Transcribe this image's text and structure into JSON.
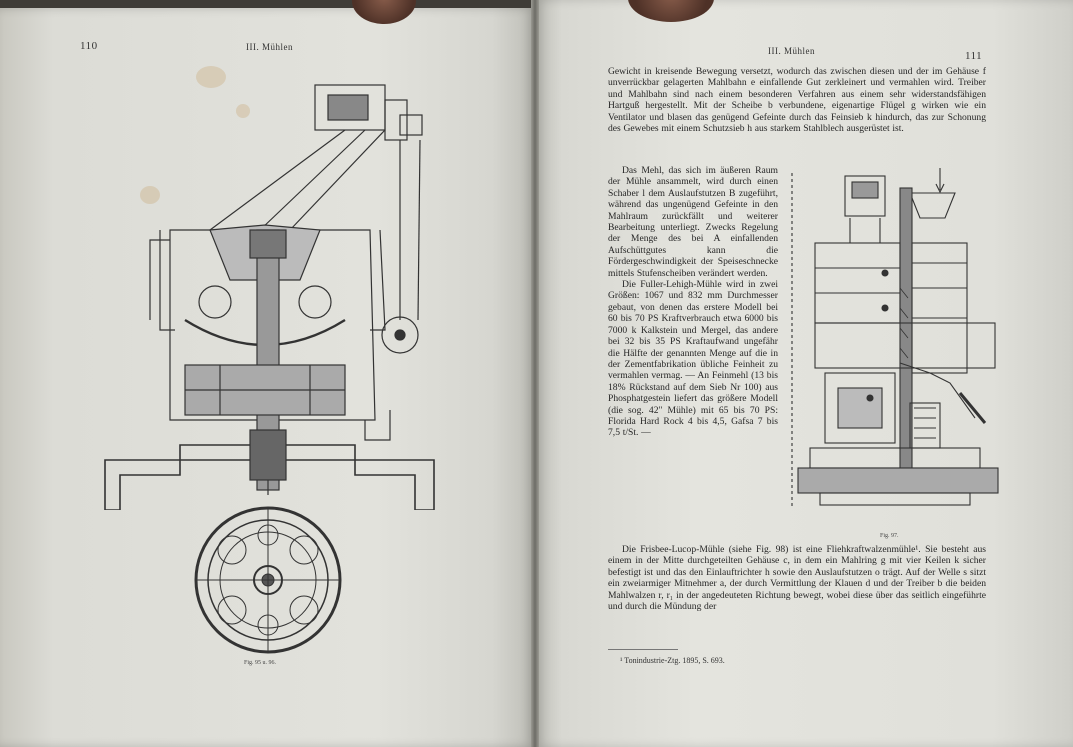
{
  "left_page": {
    "page_number": "110",
    "running_head": "III. Mühlen",
    "figure_caption": "Fig. 95 u. 96."
  },
  "right_page": {
    "page_number": "111",
    "running_head": "III. Mühlen",
    "figure_caption": "Fig. 97.",
    "paragraph_1": "Gewicht in kreisende Bewegung versetzt, wodurch das zwischen diesen und der im Gehäuse f unverrückbar gelagerten Mahlbahn e einfallende Gut zerkleinert und vermahlen wird. Treiber und Mahlbahn sind nach einem besonderen Verfahren aus einem sehr widerstandsfähigen Hartguß hergestellt. Mit der Scheibe b verbundene, eigenartige Flügel g wirken wie ein Ventilator und blasen das genügend Gefeinte durch das Feinsieb k hindurch, das zur Schonung des Gewebes mit einem Schutzsieb h aus starkem Stahlblech ausgerüstet ist.",
    "narrow_paragraph_1": "Das Mehl, das sich im äußeren Raum der Mühle ansammelt, wird durch einen Schaber l dem Auslaufstutzen B zugeführt, während das ungenügend Gefeinte in den Mahlraum zurückfällt und weiterer Bearbeitung unterliegt. Zwecks Regelung der Menge des bei A einfallenden Aufschüttgutes kann die Fördergeschwindigkeit der Speiseschnecke mittels Stufenscheiben verändert werden.",
    "narrow_paragraph_2": "Die Fuller-Lehigh-Mühle wird in zwei Größen: 1067 und 832 mm Durchmesser gebaut, von denen das erstere Modell bei 60 bis 70 PS Kraftverbrauch etwa 6000 bis 7000 k Kalkstein und Mergel, das andere bei 32 bis 35 PS Kraftaufwand ungefähr die Hälfte der genannten Menge auf die in der Zementfabrikation übliche Feinheit zu vermahlen vermag. — An Feinmehl (13 bis 18% Rückstand auf dem Sieb Nr 100) aus Phosphatgestein liefert das größere Modell (die sog. 42\" Mühle) mit 65 bis 70 PS: Florida Hard Rock 4 bis 4,5, Gafsa 7 bis 7,5 t/St. —",
    "paragraph_2": "Die Frisbee-Lucop-Mühle (siehe Fig. 98) ist eine Fliehkraftwalzenmühle¹. Sie besteht aus einem in der Mitte durchgeteilten Gehäuse c, in dem ein Mahlring g mit vier Keilen k sicher befestigt ist und das den Einlauftrichter h sowie den Auslaufstutzen o trägt. Auf der Welle s sitzt ein zweiarmiger Mitnehmer a, der durch Vermittlung der Klauen d und der Treiber b die beiden Mahlwalzen r, r₁ in der angedeuteten Richtung bewegt, wobei diese über das seitlich eingeführte und durch die Mündung der",
    "footnote": "¹ Tonindustrie-Ztg. 1895, S. 693."
  },
  "colors": {
    "paper": "#e2e2dc",
    "ink": "#262626",
    "background": "#3f3c37"
  }
}
